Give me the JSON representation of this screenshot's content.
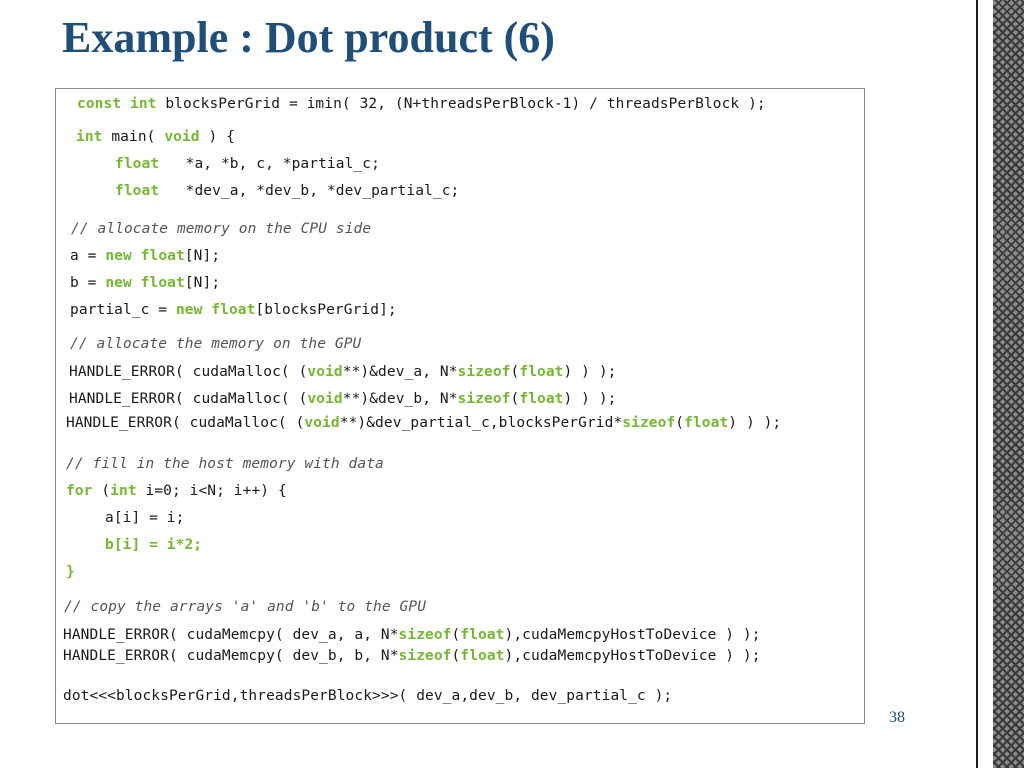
{
  "slide": {
    "title": "Example : Dot product (6)",
    "page_number": "38"
  },
  "code": {
    "l01": [
      "const",
      " ",
      "int",
      " blocksPerGrid = imin( 32, (N+threadsPerBlock-1) / threadsPerBlock );"
    ],
    "l02": [
      "int",
      " main( ",
      "void",
      " ) {"
    ],
    "l03": [
      "float",
      "   *a, *b, c, *partial_c;"
    ],
    "l04": [
      "float",
      "   *dev_a, *dev_b, *dev_partial_c;"
    ],
    "l05": "// allocate memory on the CPU side",
    "l06": [
      "a = ",
      "new",
      " ",
      "float",
      "[N];"
    ],
    "l07": [
      "b = ",
      "new",
      " ",
      "float",
      "[N];"
    ],
    "l08": [
      "partial_c = ",
      "new",
      " ",
      "float",
      "[blocksPerGrid];"
    ],
    "l09": "// allocate the memory on the GPU",
    "l10": [
      "HANDLE_ERROR( cudaMalloc( (",
      "void",
      "**)&dev_a, N*",
      "sizeof",
      "(",
      "float",
      ") ) );"
    ],
    "l11": [
      "HANDLE_ERROR( cudaMalloc( (",
      "void",
      "**)&dev_b, N*",
      "sizeof",
      "(",
      "float",
      ") ) );"
    ],
    "l12": [
      "HANDLE_ERROR( cudaMalloc( (",
      "void",
      "**)&dev_partial_c,blocksPerGrid*",
      "sizeof",
      "(",
      "float",
      ") ) );"
    ],
    "l13": "// fill in the host memory with data",
    "l14": [
      "for",
      " (",
      "int",
      " i=0; i<N; i++) {"
    ],
    "l15": "a[i] = i;",
    "l16": "b[i] = i*2;",
    "l17": "}",
    "l18": "// copy the arrays 'a' and 'b' to the GPU",
    "l19": [
      "HANDLE_ERROR( cudaMemcpy( dev_a, a, N*",
      "sizeof",
      "(",
      "float",
      "),cudaMemcpyHostToDevice ) );"
    ],
    "l20": [
      "HANDLE_ERROR( cudaMemcpy( dev_b, b, N*",
      "sizeof",
      "(",
      "float",
      "),cudaMemcpyHostToDevice ) );"
    ],
    "l21": "dot<<<blocksPerGrid,threadsPerBlock>>>( dev_a,dev_b, dev_partial_c );"
  },
  "colors": {
    "title": "#1f4e79",
    "keyword": "#74b730",
    "comment": "#555555",
    "code_text": "#1a1a1a",
    "box_border": "#8c8c8c"
  }
}
